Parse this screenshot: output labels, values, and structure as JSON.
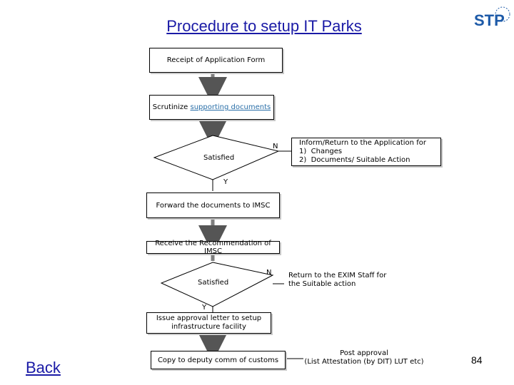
{
  "title": "Procedure to setup IT Parks",
  "logo": {
    "text": "STP",
    "icon": "stp-logo"
  },
  "steps": {
    "receipt": "Receipt of Application Form",
    "scrutinize_prefix": "Scrutinize ",
    "scrutinize_link": "supporting documents",
    "satisfied_1": "Satisfied",
    "inform_return": "Inform/Return to the Application for\n1)  Changes\n2)  Documents/ Suitable Action",
    "forward": "Forward the documents to IMSC",
    "receive_recommendation": "Receive the Recommendation of IMSC",
    "satisfied_2": "Satisfied",
    "return_exim": "Return to the EXIM Staff for\nthe Suitable action",
    "issue_letter": "Issue approval letter to setup\ninfrastructure facility",
    "copy_customs": "Copy to deputy comm of customs",
    "post_approval": "Post approval\n(List Attestation (by DIT) LUT etc)"
  },
  "labels": {
    "n1": "N",
    "y1": "Y",
    "n2": "N",
    "y2": "Y"
  },
  "back_label": "Back",
  "page_number": "84",
  "colors": {
    "title": "#1a1aa6",
    "link": "#2a6fa8",
    "arrow": "#7f7f7f",
    "logo": "#1d5aa8"
  }
}
